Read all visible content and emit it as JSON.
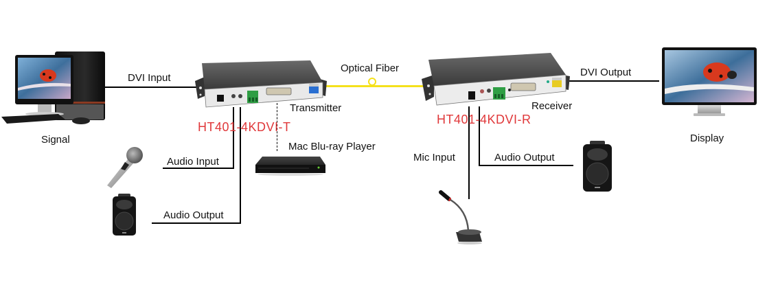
{
  "labels": {
    "signal": "Signal",
    "dvi_input": "DVI Input",
    "optical_fiber": "Optical Fiber",
    "transmitter": "Transmitter",
    "receiver": "Receiver",
    "dvi_output": "DVI Output",
    "display": "Display",
    "audio_input": "Audio Input",
    "audio_output_left": "Audio Output",
    "mac_bluray": "Mac Blu-ray Player",
    "mic_input": "Mic Input",
    "audio_output_right": "Audio Output"
  },
  "models": {
    "transmitter": "HT401-4KDVI-T",
    "receiver": "HT401-4KDVI-R"
  },
  "colors": {
    "model_text": "#e0383a",
    "fiber": "#f5e11b",
    "line": "#000000"
  },
  "icons": {
    "pc": "desktop-computer-icon",
    "transmitter": "transmitter-device-icon",
    "receiver": "receiver-device-icon",
    "monitor": "monitor-icon",
    "microphone": "handheld-microphone-icon",
    "speaker": "speaker-icon",
    "bluray": "bluray-player-icon",
    "gooseneck_mic": "gooseneck-microphone-icon"
  }
}
